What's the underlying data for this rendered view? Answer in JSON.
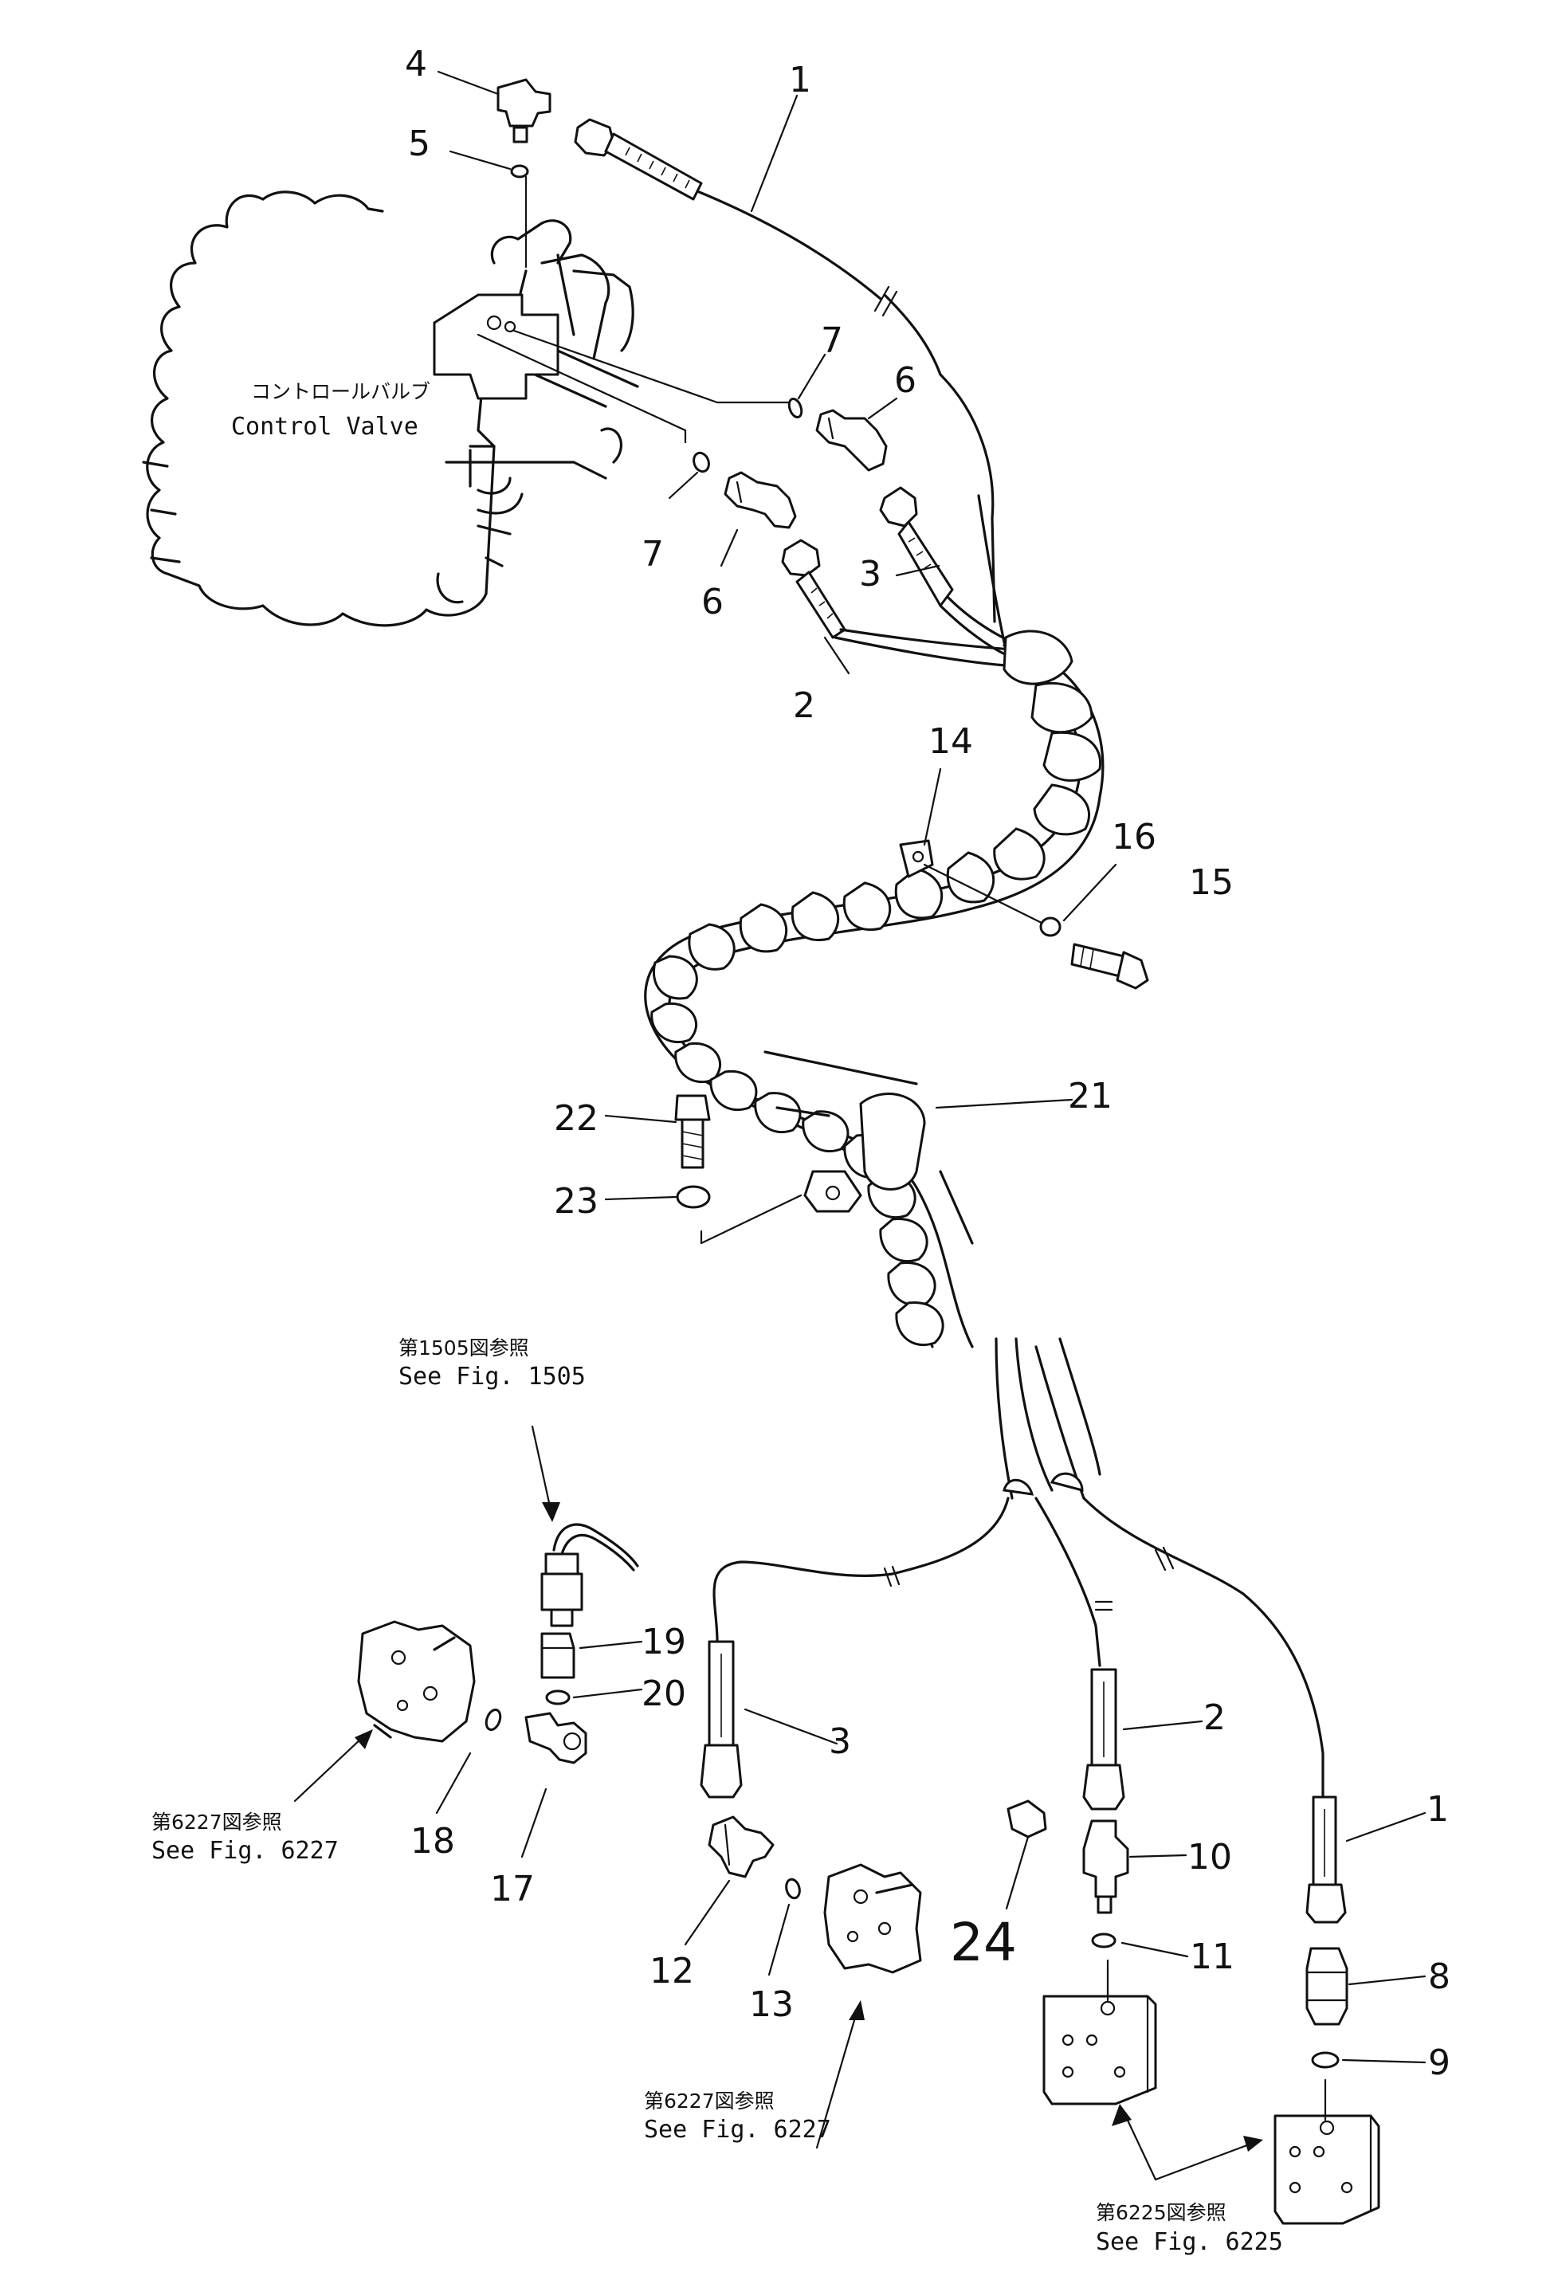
{
  "labels": {
    "control_valve_jp": "コントロールバルブ",
    "control_valve_en": "Control Valve",
    "ref_1505_jp": "第1505図参照",
    "ref_1505_en": "See Fig. 1505",
    "ref_6227a_jp": "第6227図参照",
    "ref_6227a_en": "See Fig. 6227",
    "ref_6227b_jp": "第6227図参照",
    "ref_6227b_en": "See Fig. 6227",
    "ref_6225_jp": "第6225図参照",
    "ref_6225_en": "See Fig. 6225"
  },
  "callouts": {
    "c1_top": "1",
    "c4": "4",
    "c5": "5",
    "c7_upper": "7",
    "c6_upper": "6",
    "c7_lower": "7",
    "c6_lower": "6",
    "c3_top": "3",
    "c2_top": "2",
    "c14": "14",
    "c16": "16",
    "c15": "15",
    "c22": "22",
    "c21": "21",
    "c23": "23",
    "c19": "19",
    "c20": "20",
    "c18": "18",
    "c17": "17",
    "c3_bottom": "3",
    "c2_bottom": "2",
    "c1_bottom": "1",
    "c10": "10",
    "c24": "24",
    "c11": "11",
    "c8": "8",
    "c9": "9",
    "c12": "12",
    "c13": "13"
  }
}
